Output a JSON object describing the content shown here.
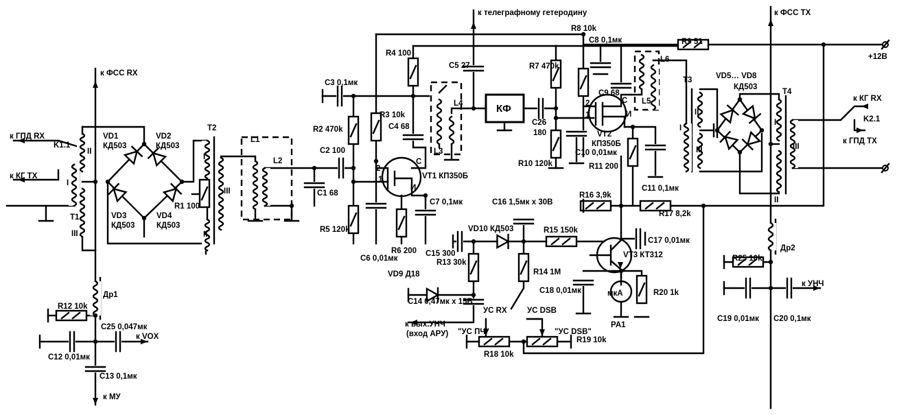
{
  "title": "Схема трансивера DSB: смесители, КФ, усилитель ПЧ, S-метр",
  "terminals": {
    "fss_rx": "к ФСС RX",
    "gpd_rx": "к ГПД RX",
    "kg_tx": "к КГ TX",
    "tele_geterodin": "к телеграфному гетеродину",
    "fss_tx": "к ФСС TX",
    "plus12": "+12В",
    "kg_rx": "к КГ RX",
    "gpd_tx": "к ГПД TX",
    "vox": "к VOX",
    "mu": "к МУ",
    "unch": "к УНЧ",
    "vyh_unch": "к вых.УНЧ",
    "vhod_aru": "(вход АРУ)"
  },
  "relays": {
    "k11": "K1.1",
    "k21": "K2.1"
  },
  "transformers": {
    "t1": "T1",
    "t2": "T2",
    "t3": "T3",
    "t4": "T4",
    "w1": "I",
    "w2": "II",
    "w3": "III"
  },
  "diodes": {
    "vd1": "VD1",
    "vd2": "VD2",
    "vd3": "VD3",
    "vd4": "VD4",
    "kd503": "КД503",
    "vd5_8": "VD5… VD8",
    "vd10": "VD10 КД503",
    "vd9": "VD9 Д18"
  },
  "resistors": {
    "r1": "R1 100",
    "r2": "R2 470k",
    "r3": "R3 10k",
    "r4": "R4 100",
    "r5": "R5 120k",
    "r6": "R6 200",
    "r7": "R7 470k",
    "r8": "R8 10k",
    "r9": "R9 51",
    "r10": "R10 120k",
    "r11": "R11 200",
    "r12": "R12 10k",
    "r13": "R13 30k",
    "r14": "R14 1M",
    "r15": "R15 150k",
    "r16": "R16 3,9k",
    "r17": "R17 8,2k",
    "r18": "R18 10k",
    "r19": "R19 10k",
    "r20": "R20 1k",
    "r25": "R25 10k"
  },
  "capacitors": {
    "c1": "C1 68",
    "c2": "C2 100",
    "c3": "C3 0,1мк",
    "c4": "C4 68",
    "c5": "C5 27",
    "c6": "C6 0,01мк",
    "c7": "C7 0,1мк",
    "c8": "C8 0,1мк",
    "c9": "C9 68",
    "c10": "C10 0,01мк",
    "c11": "C11 0,1мк",
    "c12": "C12 0,01мк",
    "c13": "C13 0,1мк",
    "c14": "C14 0,47мк x 15В",
    "c15": "C15 300",
    "c16": "C16 1,5мк x 30В",
    "c17": "C17 0,01мк",
    "c18": "C18 0,01мк",
    "c19": "C19 0,01мк",
    "c20": "C20 0,1мк",
    "c25": "C25 0,047мк",
    "c26a": "C26",
    "c26b": "180"
  },
  "inductors": {
    "l1": "L1",
    "l2": "L2",
    "l3": "L3",
    "l4": "L4",
    "l5": "L5",
    "l6": "L6",
    "dr1": "Др1",
    "dr2": "Др2"
  },
  "transistors": {
    "vt1": "VT1 КП350Б",
    "vt2": "VT2",
    "vt2_type": "КП350Б",
    "vt3": "VT3 КТ312",
    "pin1": "1",
    "pin2": "2",
    "pin_c": "С",
    "pin_i": "И"
  },
  "filter": {
    "kf": "КФ"
  },
  "meter": {
    "symbol": "мкА",
    "ref": "PA1"
  },
  "switch": {
    "us_rx": "УС RX",
    "us_dsb": "УС DSB",
    "us_pch_label": "\"УС ПЧ\"",
    "us_dsb_label": "\"УС DSB\""
  }
}
